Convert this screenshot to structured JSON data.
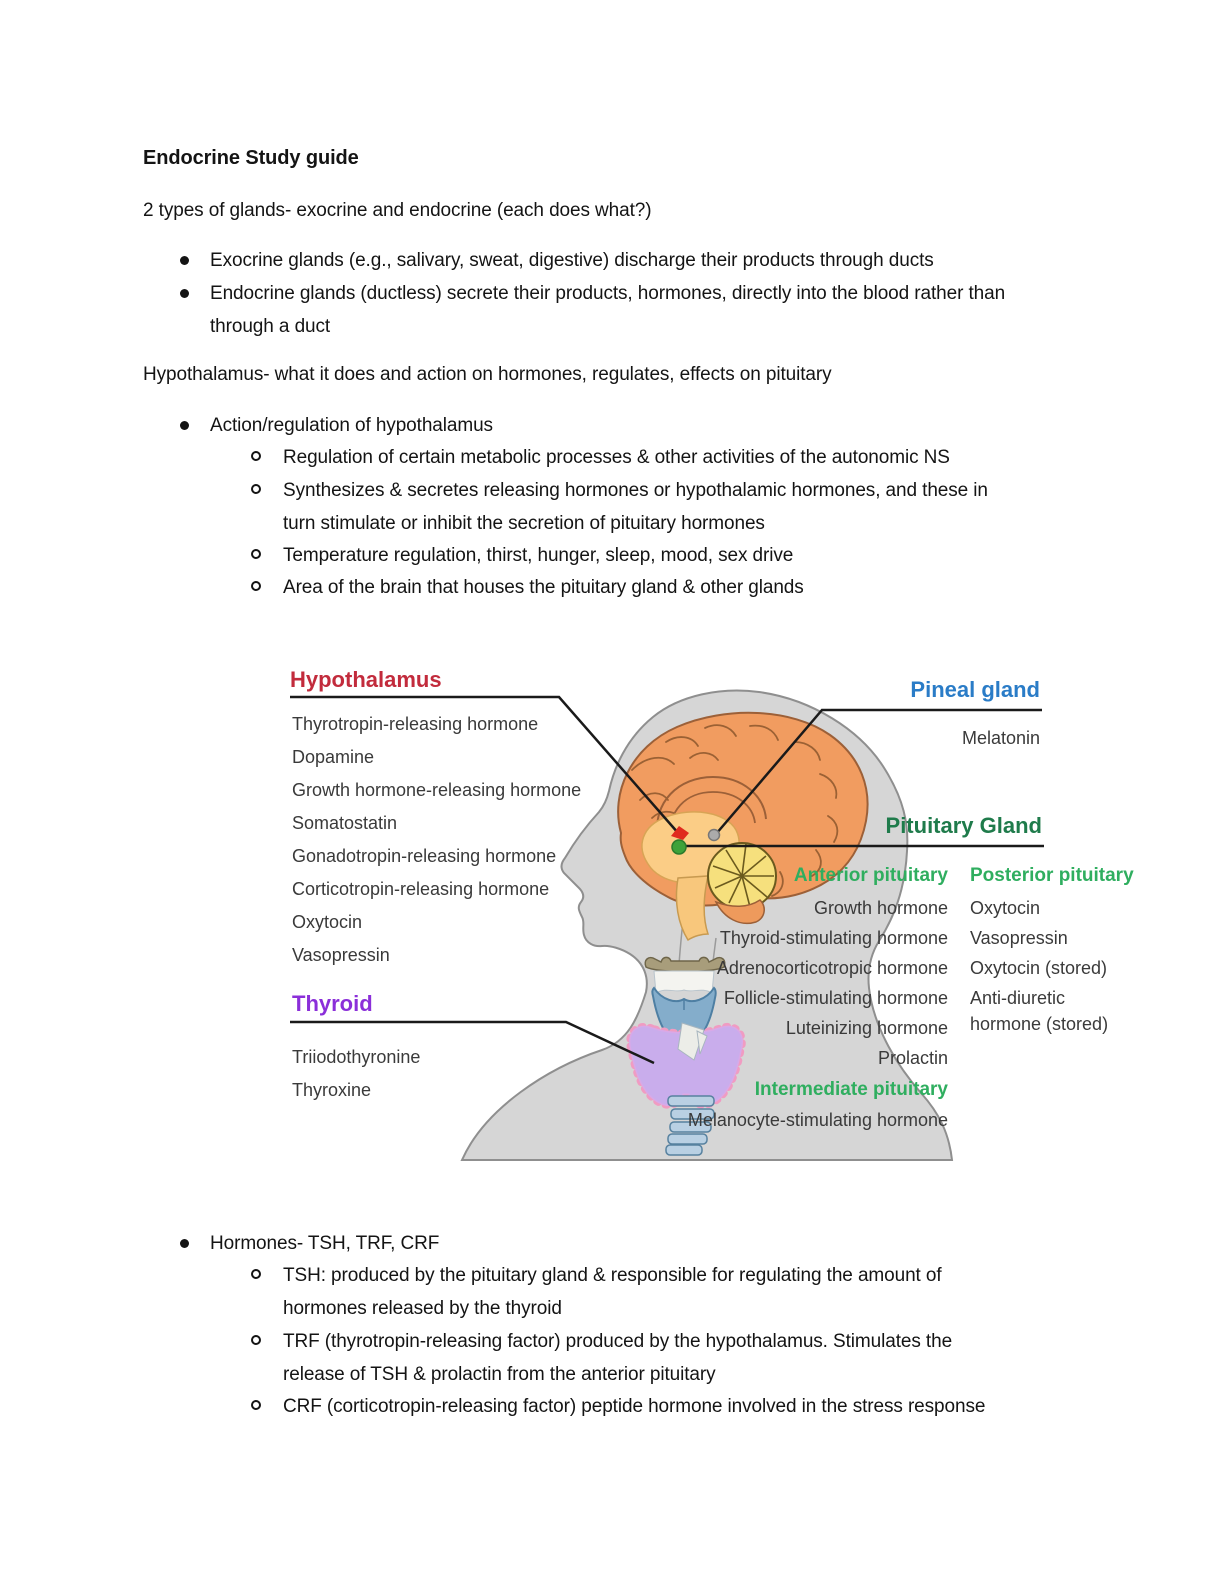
{
  "doc": {
    "title": "Endocrine Study guide",
    "intro": "2 types of glands- exocrine and endocrine (each does what?)",
    "gland_bullets": {
      "exocrine": "Exocrine glands (e.g., salivary, sweat, digestive) discharge their products through ducts",
      "endocrine_line1": "Endocrine glands (ductless) secrete their products, hormones, directly into the blood rather than",
      "endocrine_line2": "through a duct"
    },
    "hypothalamus_heading": "Hypothalamus- what it does and action on hormones, regulates, effects on pituitary",
    "action_bullet": "Action/regulation of hypothalamus",
    "action_sub": {
      "s1": "Regulation of certain metabolic processes & other activities of the autonomic NS",
      "s2_line1": "Synthesizes & secretes releasing hormones or hypothalamic hormones, and these in",
      "s2_line2": "turn stimulate or inhibit the secretion of pituitary hormones",
      "s3": "Temperature regulation, thirst, hunger, sleep, mood, sex drive",
      "s4": "Area of the brain that houses the pituitary gland & other glands"
    },
    "hormones_bullet": "Hormones- TSH, TRF, CRF",
    "hormones_sub": {
      "tsh_line1": "TSH: produced by the pituitary gland & responsible for regulating the amount of",
      "tsh_line2": "hormones released by the thyroid",
      "trf_line1": "TRF (thyrotropin-releasing factor) produced by the hypothalamus. Stimulates the",
      "trf_line2": "release of TSH & prolactin from the anterior pituitary",
      "crf": "CRF (corticotropin-releasing factor) peptide hormone involved in the stress response"
    }
  },
  "figure": {
    "colors": {
      "hypothalamus_red": "#c22b3c",
      "pineal_blue": "#2a7cc7",
      "pituitary_dark_green": "#1f7b4b",
      "pituitary_bright_green": "#2fae5f",
      "thyroid_purple": "#8b2fd9",
      "list_text": "#3a3a3a"
    },
    "hypothalamus": {
      "title": "Hypothalamus",
      "items": [
        "Thyrotropin-releasing hormone",
        "Dopamine",
        "Growth hormone-releasing hormone",
        "Somatostatin",
        "Gonadotropin-releasing hormone",
        "Corticotropin-releasing hormone",
        "Oxytocin",
        "Vasopressin"
      ]
    },
    "thyroid": {
      "title": "Thyroid",
      "items": [
        "Triiodothyronine",
        "Thyroxine"
      ]
    },
    "pineal": {
      "title": "Pineal gland",
      "items": [
        "Melatonin"
      ]
    },
    "pituitary": {
      "title": "Pituitary Gland",
      "anterior": {
        "title": "Anterior pituitary",
        "items": [
          "Growth hormone",
          "Thyroid-stimulating hormone",
          "Adrenocorticotropic hormone",
          "Follicle-stimulating hormone",
          "Luteinizing hormone",
          "Prolactin"
        ]
      },
      "posterior": {
        "title": "Posterior pituitary",
        "items": [
          "Oxytocin",
          "Vasopressin",
          "Oxytocin (stored)",
          "Anti-diuretic",
          "hormone (stored)"
        ]
      },
      "intermediate": {
        "title": "Intermediate pituitary",
        "items": [
          "Melanocyte-stimulating hormone"
        ]
      }
    }
  }
}
